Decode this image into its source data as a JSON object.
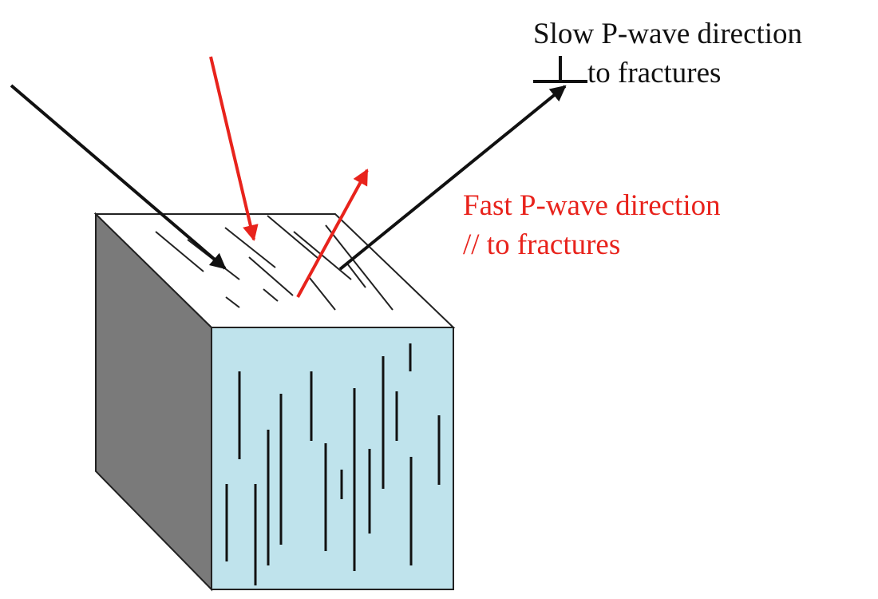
{
  "labels": {
    "slow_line1": "Slow P-wave direction",
    "slow_line2": "to fractures",
    "fast_line1": "Fast P-wave direction",
    "fast_line2": "// to fractures"
  },
  "colors": {
    "slow": "#111111",
    "fast": "#e8231c",
    "front_face": "#bfe3ec",
    "side_face": "#7a7a7a",
    "top_face": "#ffffff"
  },
  "symbols": {
    "perpendicular": "perpendicular-icon"
  }
}
